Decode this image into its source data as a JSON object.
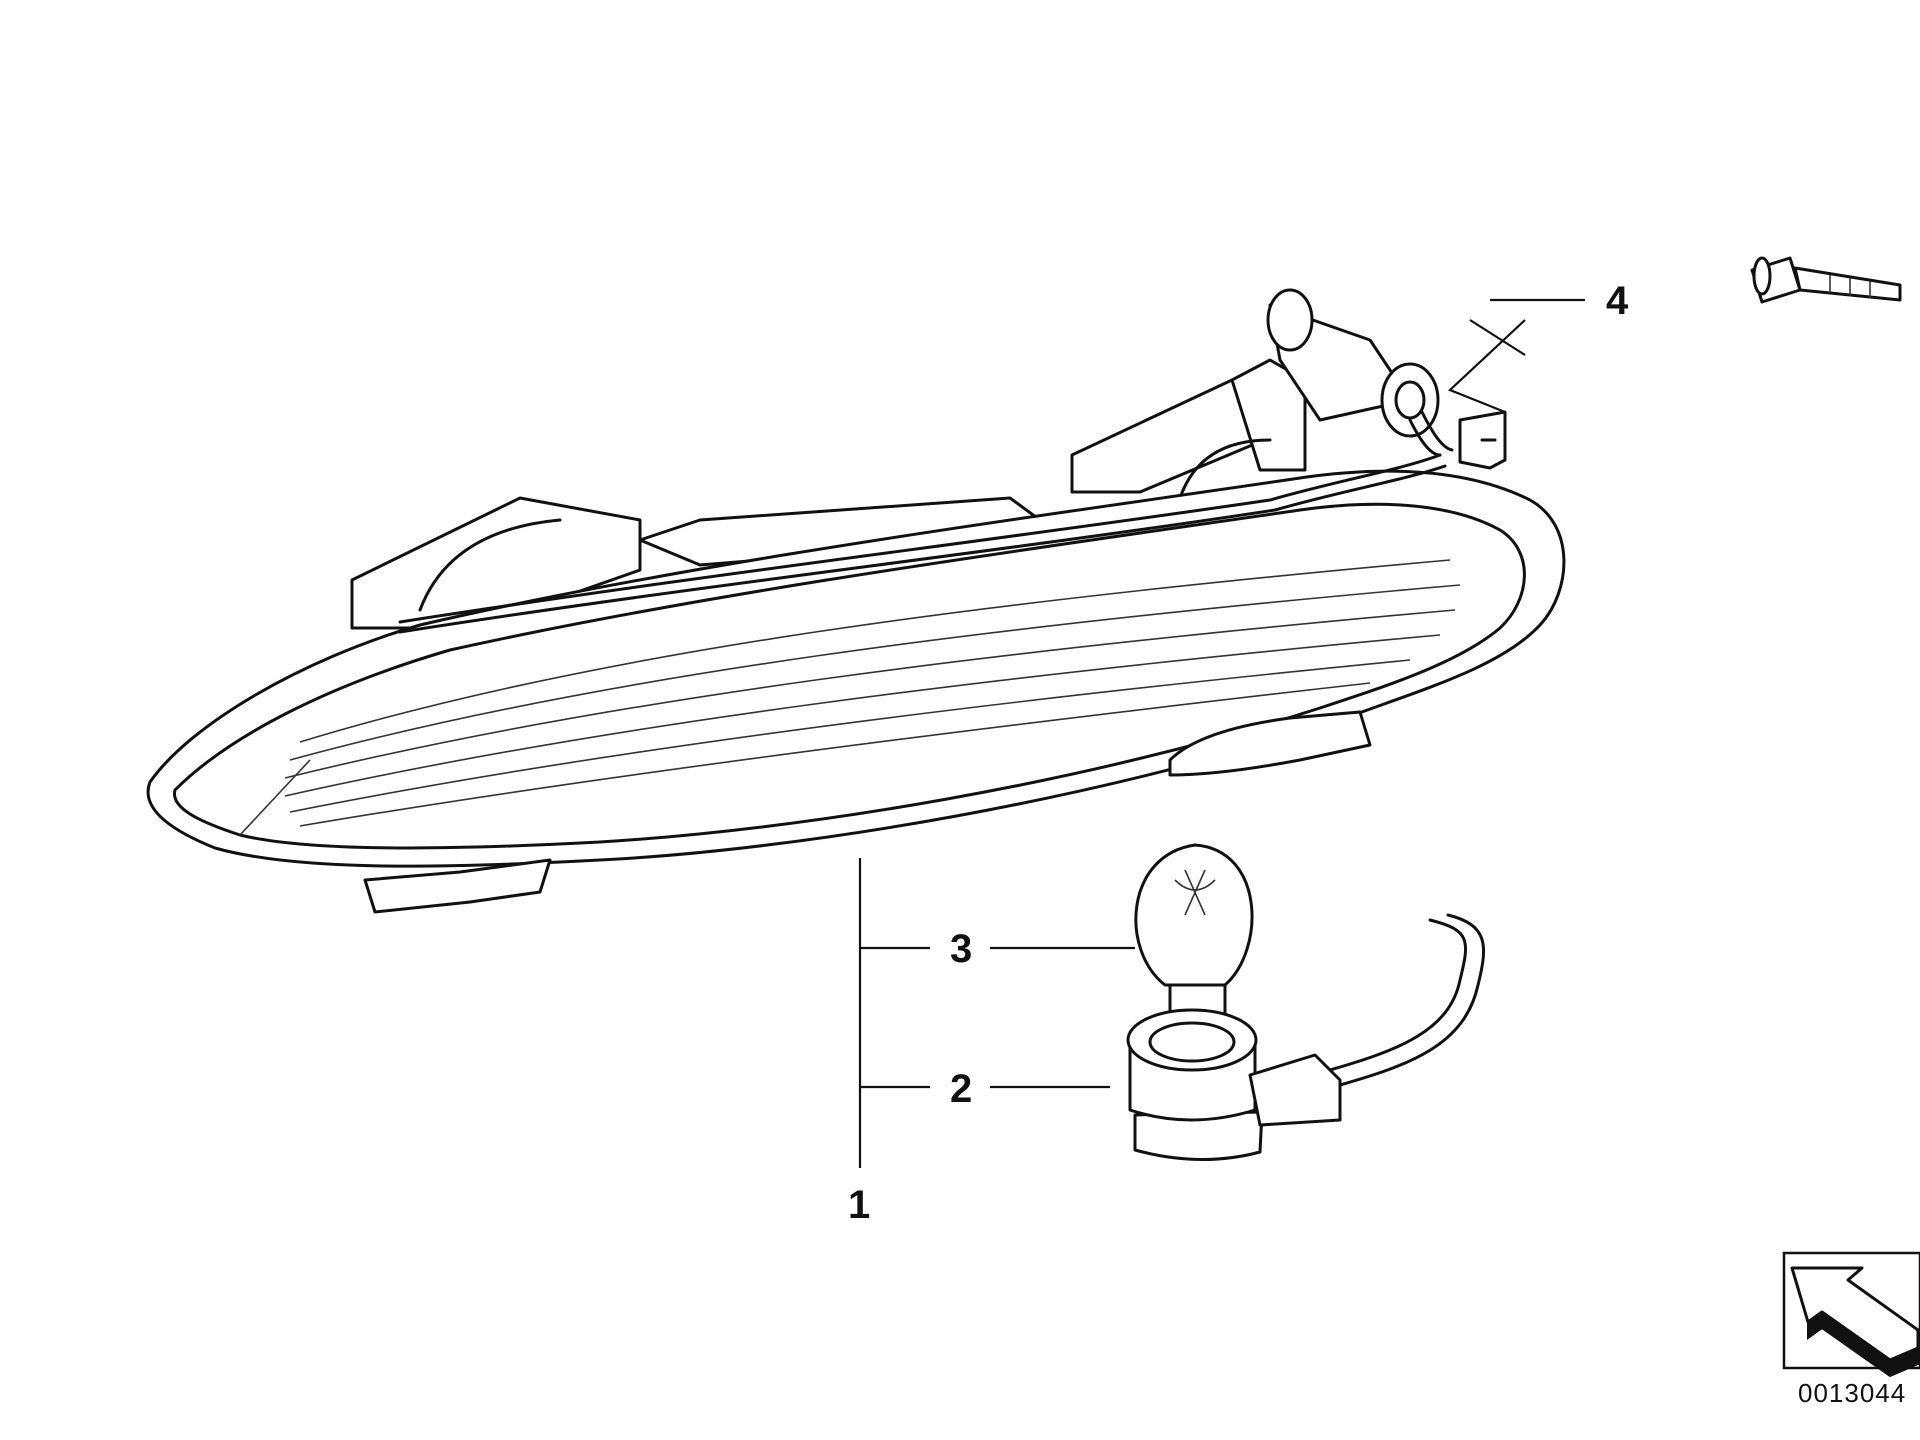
{
  "diagram": {
    "callouts": {
      "part1": "1",
      "part2": "2",
      "part3": "3",
      "part4": "4"
    },
    "reference_number": "0013044",
    "orientation_icon": "arrow-orientation-icon",
    "colors": {
      "ink": "#111111",
      "background": "#ffffff"
    }
  }
}
